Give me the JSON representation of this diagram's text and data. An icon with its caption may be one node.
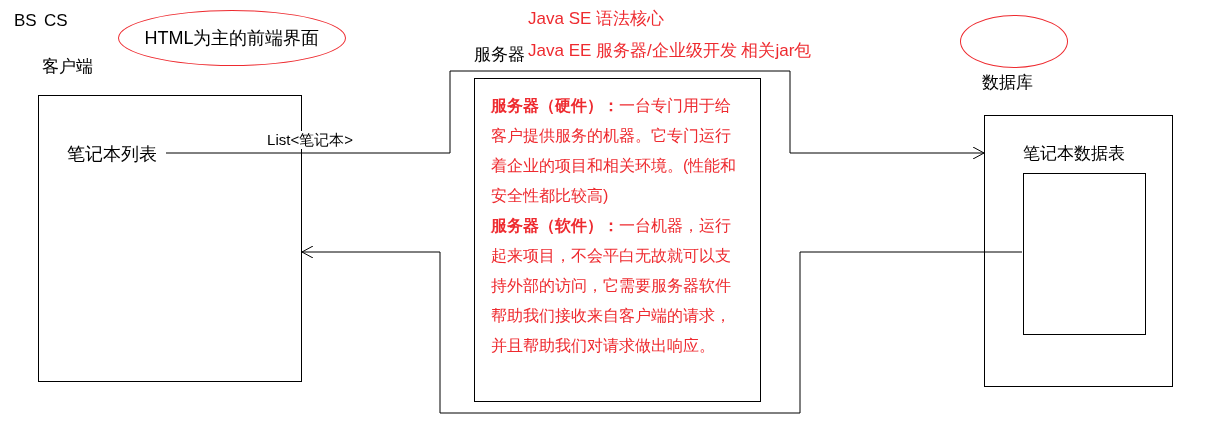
{
  "diagram": {
    "nodes": [
      {
        "text": [
          "HTML为主的前端界面"
        ]
      },
      {
        "text": [
          "客户端"
        ]
      },
      {
        "text": [
          "笔记本列表"
        ],
        "in": 1
      },
      {
        "text": [
          "服务器",
          "**服务器（硬件）：**一台专门用于给客户提供服务的机器。它专门运行着企业的项目和相关环境。(性能和安全性都比较高)",
          "**服务器（软件）：**一台机器，运行起来项目，不会平白无故就可以支持外部的访问，它需要服务器软件帮助我们接收来自客户端的请求，并且帮助我们对请求做出响应。"
        ]
      },
      {
        "text": [],
        "shape": "ellipse"
      },
      {
        "text": [
          "数据库"
        ]
      },
      {
        "text": [
          "笔记本数据表"
        ],
        "in": 5
      }
    ],
    "edges": [
      {
        "from": 2,
        "to": 5,
        "arrow": "to",
        "label": "List<笔记本>"
      },
      {
        "from": 6,
        "to": 1,
        "arrow": "to"
      }
    ],
    "labels": [
      "BS",
      "CS",
      "Java SE 语法核心",
      "Java EE 服务器/企业级开发 相关jar包"
    ]
  }
}
